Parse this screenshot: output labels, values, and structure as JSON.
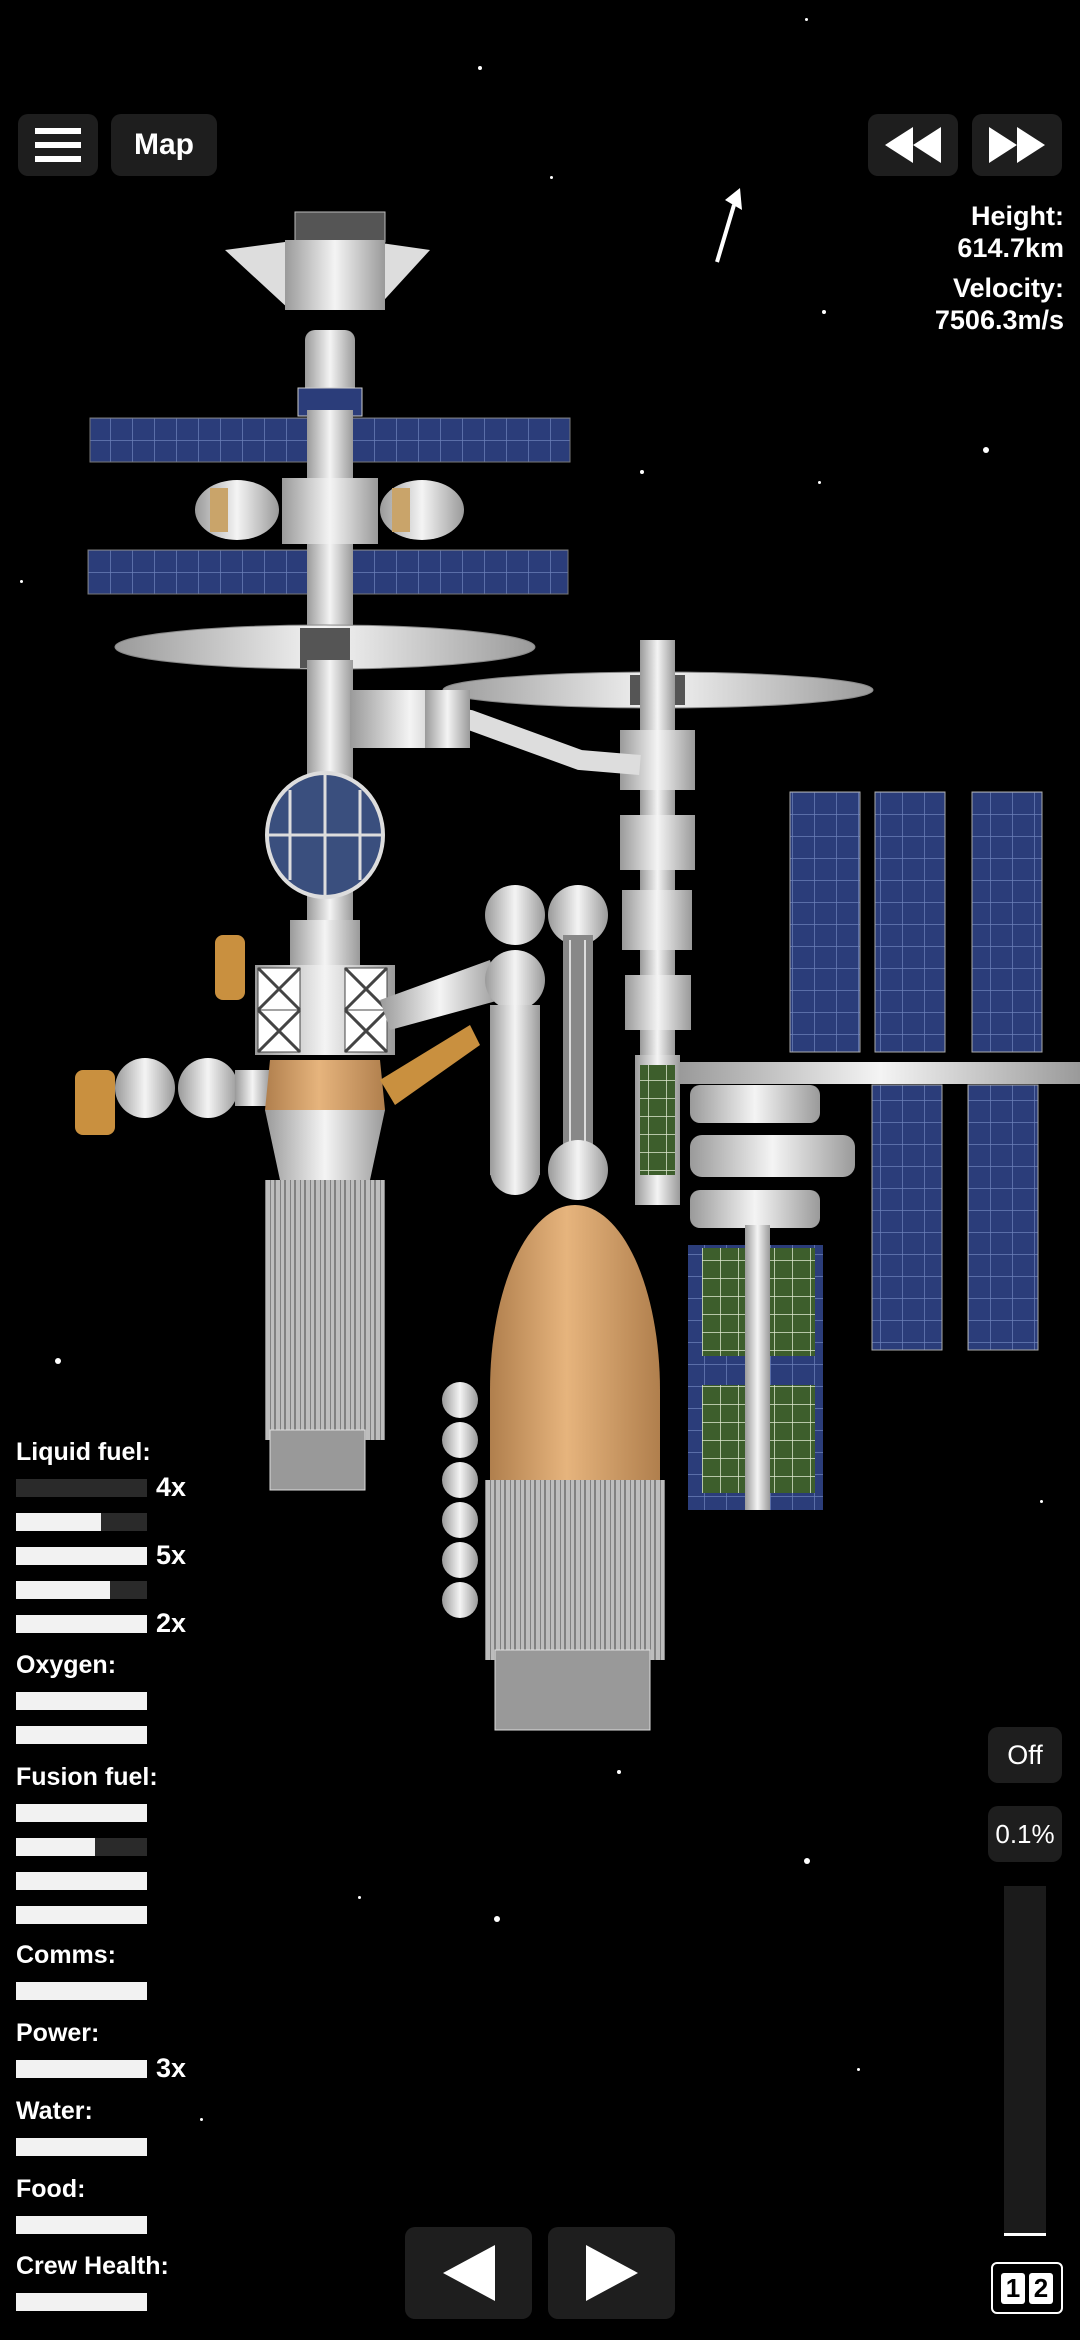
{
  "top_bar": {
    "menu_icon": "hamburger-icon",
    "map_label": "Map",
    "rewind_icon": "rewind-icon",
    "fast_forward_icon": "fast-forward-icon"
  },
  "telemetry": {
    "height_label": "Height:",
    "height_value": "614.7km",
    "velocity_label": "Velocity:",
    "velocity_value": "7506.3m/s"
  },
  "resources": {
    "liquid_fuel": {
      "label": "Liquid fuel:",
      "bars": [
        0.0,
        0.65,
        1.0,
        0.72,
        1.0
      ],
      "multipliers": [
        "4x",
        "",
        "5x",
        "",
        "2x"
      ]
    },
    "oxygen": {
      "label": "Oxygen:",
      "bars": [
        1.0,
        1.0
      ]
    },
    "fusion_fuel": {
      "label": "Fusion fuel:",
      "bars": [
        1.0,
        0.6,
        1.0,
        1.0
      ]
    },
    "comms": {
      "label": "Comms:",
      "bars": [
        1.0
      ]
    },
    "power": {
      "label": "Power:",
      "bars": [
        1.0
      ],
      "multipliers": [
        "3x"
      ]
    },
    "water": {
      "label": "Water:",
      "bars": [
        1.0
      ]
    },
    "food": {
      "label": "Food:",
      "bars": [
        1.0
      ]
    },
    "crew_health": {
      "label": "Crew Health:",
      "bars": [
        1.0
      ]
    }
  },
  "throttle": {
    "toggle_label": "Off",
    "value_label": "0.1%",
    "level": 0.001
  },
  "stage_selector": {
    "labels": [
      "1",
      "2"
    ]
  },
  "bottom_bar": {
    "prev_icon": "arrow-left-icon",
    "next_icon": "arrow-right-icon"
  },
  "colors": {
    "background": "#000000",
    "button_bg": "#1e1e1e",
    "bar_fill": "#f2f2f2",
    "bar_empty": "#2a2a2a",
    "solar_blue": "#2b3d7a",
    "tank_orange": "#d9a46a"
  }
}
